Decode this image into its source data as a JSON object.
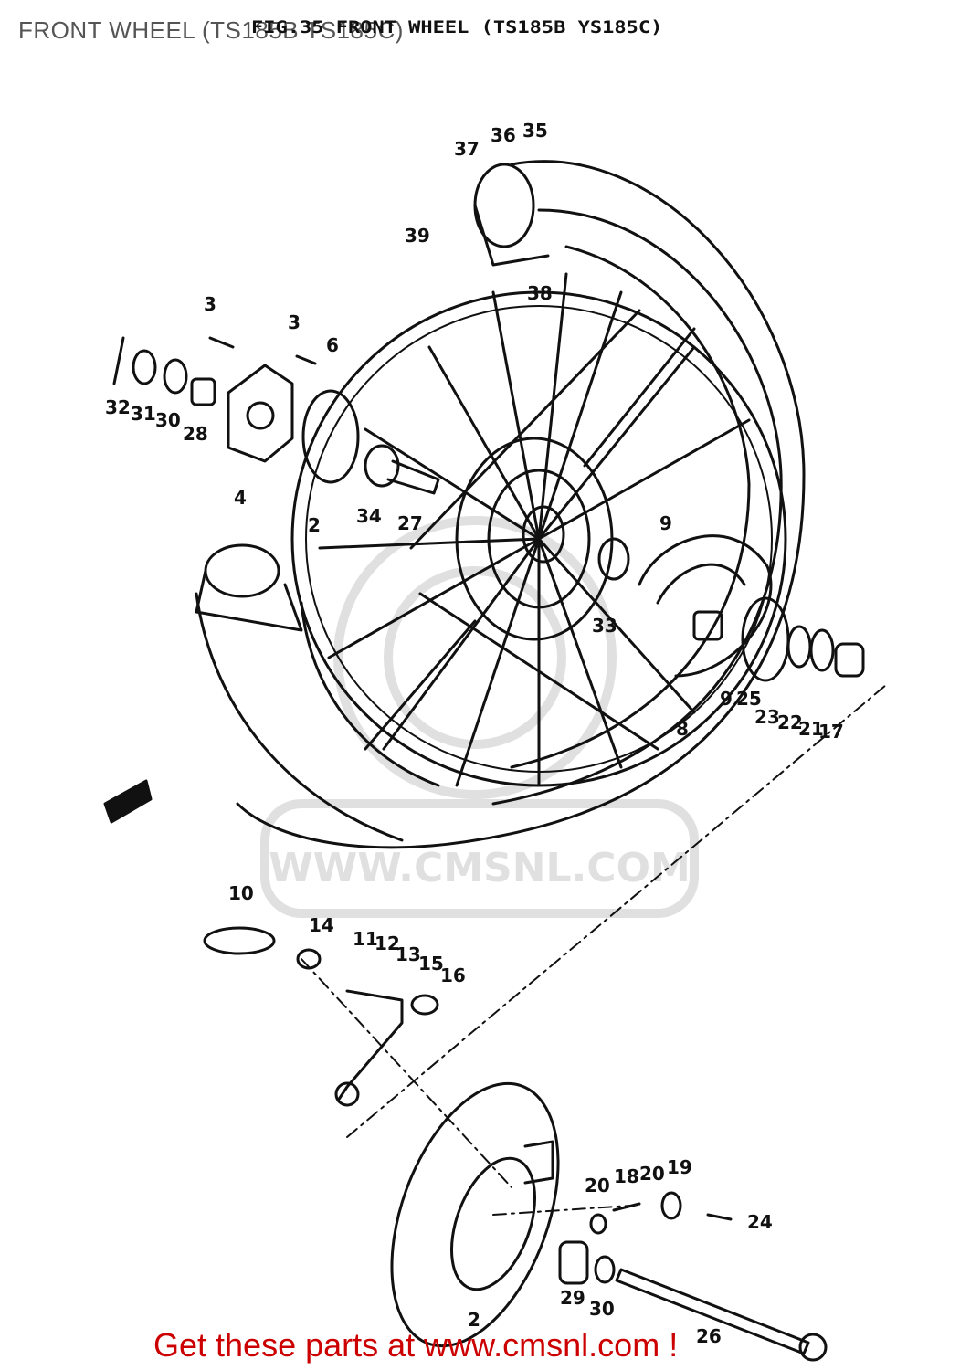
{
  "page": {
    "title": "FRONT WHEEL (TS185B TS185C)",
    "figure_header": "FIG.35  FRONT WHEEL   (TS185B  YS185C)",
    "watermark": "WWW.CMSNL.COM",
    "footer_link": "Get these parts at www.cmsnl.com !"
  },
  "colors": {
    "line": "#111111",
    "title": "#555555",
    "link": "#cc0000",
    "watermark": "#e0e0e0"
  },
  "callouts": [
    {
      "id": "c35",
      "label": "35"
    },
    {
      "id": "c36",
      "label": "36"
    },
    {
      "id": "c37",
      "label": "37"
    },
    {
      "id": "c38",
      "label": "38"
    },
    {
      "id": "c39",
      "label": "39"
    },
    {
      "id": "c3a",
      "label": "3"
    },
    {
      "id": "c3b",
      "label": "3"
    },
    {
      "id": "c6",
      "label": "6"
    },
    {
      "id": "c32",
      "label": "32"
    },
    {
      "id": "c31",
      "label": "31"
    },
    {
      "id": "c30a",
      "label": "30"
    },
    {
      "id": "c28",
      "label": "28"
    },
    {
      "id": "c4",
      "label": "4"
    },
    {
      "id": "c2a",
      "label": "2"
    },
    {
      "id": "c34",
      "label": "34"
    },
    {
      "id": "c27",
      "label": "27"
    },
    {
      "id": "c33",
      "label": "33"
    },
    {
      "id": "c9a",
      "label": "9"
    },
    {
      "id": "c9b",
      "label": "9"
    },
    {
      "id": "c8",
      "label": "8"
    },
    {
      "id": "c25",
      "label": "25"
    },
    {
      "id": "c23",
      "label": "23"
    },
    {
      "id": "c22",
      "label": "22"
    },
    {
      "id": "c21",
      "label": "21"
    },
    {
      "id": "c17",
      "label": "17"
    },
    {
      "id": "c10",
      "label": "10"
    },
    {
      "id": "c14",
      "label": "14"
    },
    {
      "id": "c11",
      "label": "11"
    },
    {
      "id": "c12",
      "label": "12"
    },
    {
      "id": "c13",
      "label": "13"
    },
    {
      "id": "c15",
      "label": "15"
    },
    {
      "id": "c16",
      "label": "16"
    },
    {
      "id": "c20a",
      "label": "20"
    },
    {
      "id": "c18",
      "label": "18"
    },
    {
      "id": "c20b",
      "label": "20"
    },
    {
      "id": "c19",
      "label": "19"
    },
    {
      "id": "c24",
      "label": "24"
    },
    {
      "id": "c29",
      "label": "29"
    },
    {
      "id": "c30b",
      "label": "30"
    },
    {
      "id": "c2b",
      "label": "2"
    },
    {
      "id": "c26",
      "label": "26"
    }
  ]
}
